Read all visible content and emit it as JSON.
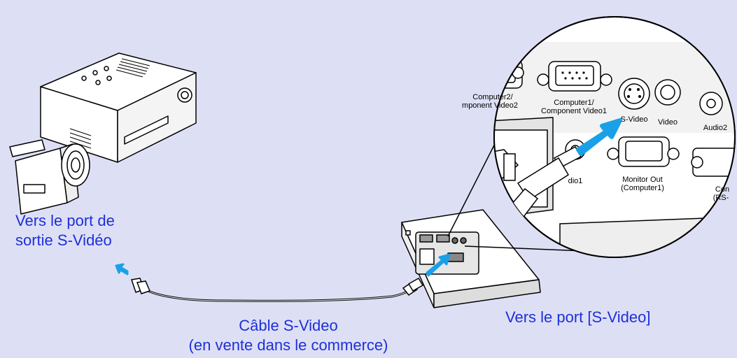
{
  "captions": {
    "source_port_line1": "Vers le port de",
    "source_port_line2": "sortie S-Vidéo",
    "destination_port": "Vers le port [S-Video]",
    "cable_line1": "Câble S-Video",
    "cable_line2": "(en vente dans le commerce)"
  },
  "port_labels": {
    "computer2_line1": "Computer2/",
    "computer2_line2": "mponent Video2",
    "computer1_line1": "Computer1/",
    "computer1_line2": "Component Video1",
    "s_video": "S-Video",
    "video": "Video",
    "audio2": "Audio2",
    "audio1": "dio1",
    "monitor_out_line1": "Monitor Out",
    "monitor_out_line2": "(Computer1)",
    "control_line1": "Con",
    "control_line2": "(RS-"
  },
  "colors": {
    "background": "#dde0f5",
    "caption_text": "#1f2fd8",
    "arrow": "#1aa0e8",
    "line": "#000000",
    "panel_fill": "#ffffff",
    "panel_shade": "#d8d8d8"
  },
  "icons": [
    "vcr-icon",
    "camcorder-icon",
    "projector-icon",
    "s-video-cable-icon",
    "magnifier-circle-icon"
  ]
}
